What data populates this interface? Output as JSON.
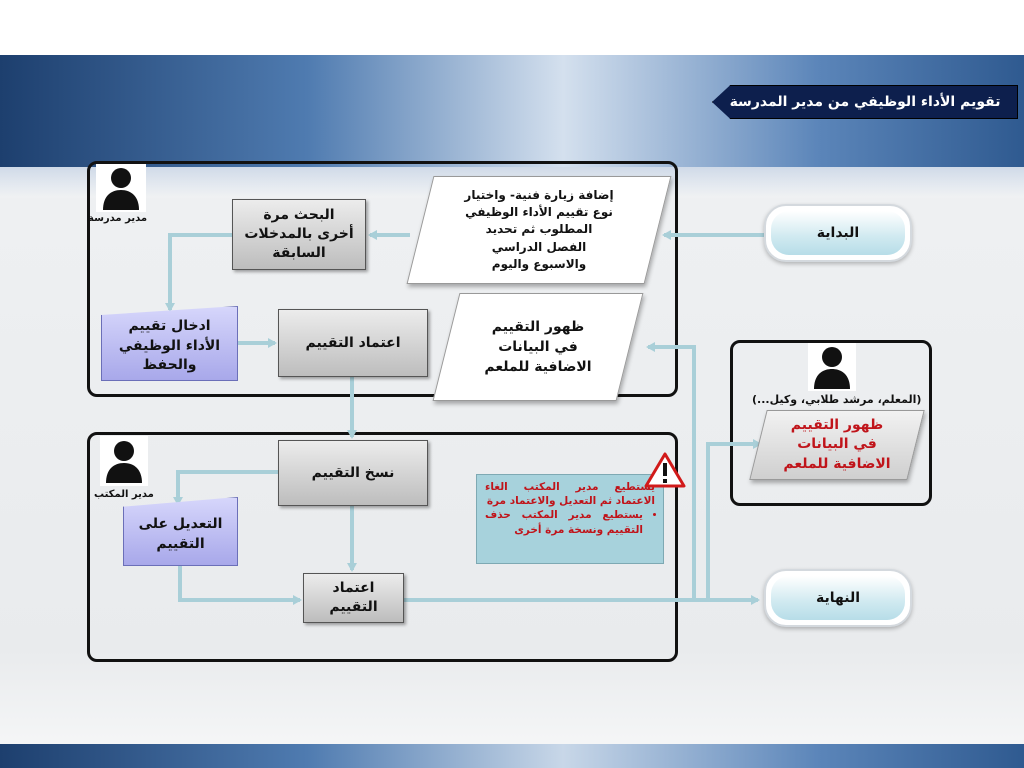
{
  "title": "تقويم الأداء الوظيفي من مدير المدرسة",
  "roles": {
    "school_principal": "مدير مدرسة",
    "office_manager": "مدير المكتب",
    "others": "(المعلم، مرشد طلابي، وكيل...)"
  },
  "nodes": {
    "start": "البداية",
    "end": "النهاية",
    "add_visit": "إضافة زيارة فنية- واختيار نوع تقييم الأداء الوظيفي المطلوب ثم تحديد الفصل الدراسي والاسبوع واليوم",
    "search_again": "البحث مرة أخرى بالمدخلات السابقة",
    "enter_evaluation": "ادخال تقييم الأداء الوظيفي والحفظ",
    "approve_evaluation": "اعتماد التقييم",
    "show_in_teacher_data": "ظهور التقييم في البيانات الاضافية للملعم",
    "copy_evaluation": "نسخ التقييم",
    "modify_evaluation": "التعديل على التقييم",
    "approve_evaluation_2": "اعتماد التقييم",
    "show_in_teacher_data_2": "ظهور التقييم في البيانات الاضافية للملعم"
  },
  "note": {
    "line1": "يستطيع مدير المكتب الغاء الاعتماد ثم التعديل والاعتماد مرة",
    "bullet": "يستطيع مدير المكتب حذف التقييم ونسخة مرة أخرى"
  },
  "colors": {
    "title_bg": "#0d1f4d",
    "connector": "#a9cfd8",
    "note_bg": "#a7d2dc",
    "note_text": "#c0141a",
    "purple_box": "#b8b8f0",
    "warning": "#d11a1a"
  },
  "icons": {
    "person": "person-silhouette-icon",
    "warning": "warning-triangle-icon"
  }
}
